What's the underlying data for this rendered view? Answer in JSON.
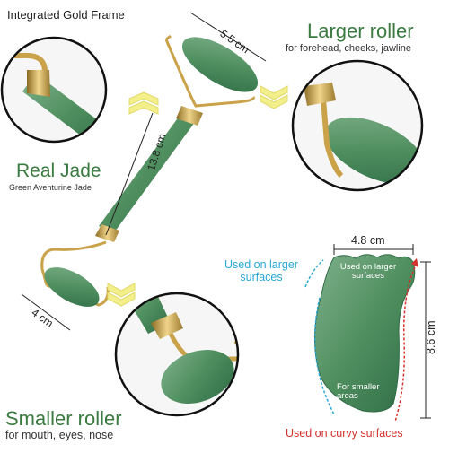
{
  "labels": {
    "integrated_frame": "Integrated Gold Frame",
    "larger_roller_title": "Larger roller",
    "larger_roller_sub": "for  forehead, cheeks, jawline",
    "real_jade_title": "Real Jade",
    "real_jade_sub": "Green Aventurine Jade",
    "smaller_roller_title": "Smaller roller",
    "smaller_roller_sub": "for mouth, eyes, nose",
    "used_larger": "Used on larger surfaces",
    "used_curvy": "Used on curvy surfaces",
    "gua_sha_top": "Used on larger surfaces",
    "gua_sha_bottom": "For smaller areas"
  },
  "dimensions": {
    "large_roller_width": "5.5 cm",
    "total_length": "13.8 cm",
    "small_roller_width": "4 cm",
    "gua_sha_width": "4.8 cm",
    "gua_sha_height": "8.6 cm"
  },
  "colors": {
    "jade": "#4f8f5f",
    "jade_dark": "#2f6b45",
    "gold": "#c9a24a",
    "title_green": "#3b7a40",
    "arrow_yellow": "#f3ef8a",
    "used_larger_blue": "#2aa8d6",
    "used_curvy_red": "#d6322d"
  }
}
